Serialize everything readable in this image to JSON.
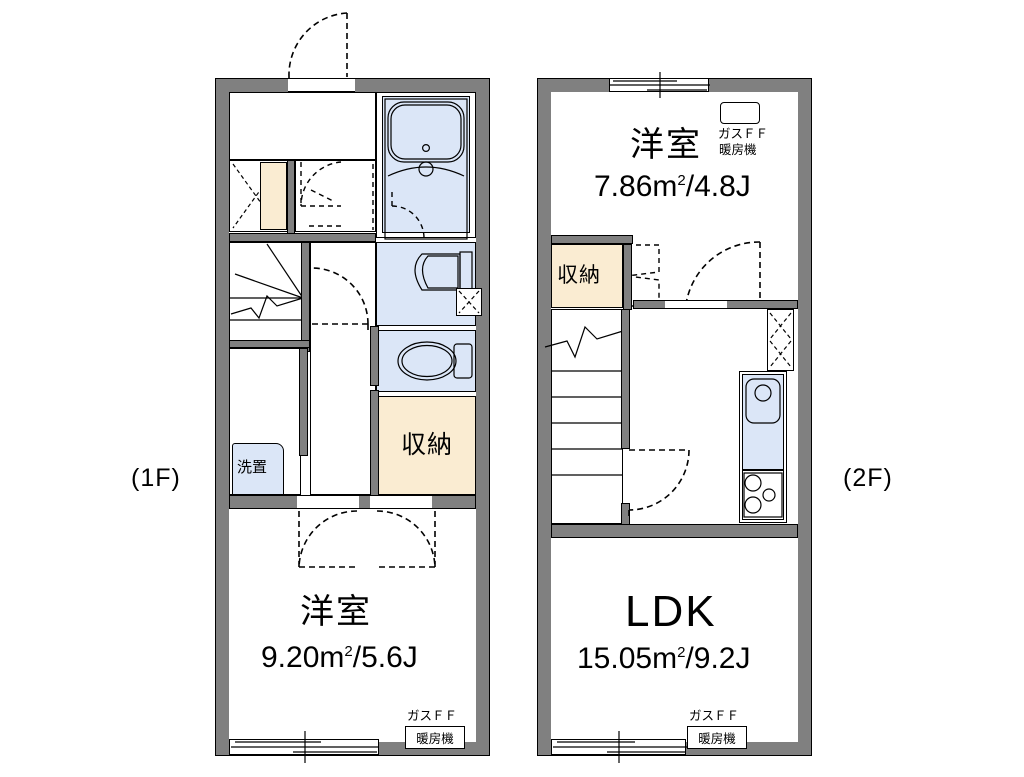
{
  "document": {
    "type": "floor-plan",
    "title": "2-story maisonette floor plan",
    "background_color": "#ffffff",
    "wall_color": "#808080",
    "water_fixture_color": "#dbe6f7",
    "storage_color": "#faecd2",
    "line_color": "#000000"
  },
  "floors": [
    {
      "id": "first-floor",
      "tag": "(1F)",
      "rooms": [
        {
          "key": "bedroom",
          "name": "洋室",
          "area_text": "9.20m",
          "area_sup": "2",
          "area_tail": "/5.6J",
          "area_sqm": 9.2,
          "area_jo": 5.6
        },
        {
          "key": "closet",
          "name": "収納"
        },
        {
          "key": "washer-space",
          "name": "洗置"
        }
      ],
      "equipment": [
        {
          "key": "gas-heater",
          "label_top": "ガスＦＦ",
          "label_box": "暖房機"
        }
      ]
    },
    {
      "id": "second-floor",
      "tag": "(2F)",
      "rooms": [
        {
          "key": "bedroom",
          "name": "洋室",
          "area_text": "7.86m",
          "area_sup": "2",
          "area_tail": "/4.8J",
          "area_sqm": 7.86,
          "area_jo": 4.8
        },
        {
          "key": "ldk",
          "name": "LDK",
          "area_text": "15.05m",
          "area_sup": "2",
          "area_tail": "/9.2J",
          "area_sqm": 15.05,
          "area_jo": 9.2
        },
        {
          "key": "closet",
          "name": "収納"
        }
      ],
      "equipment": [
        {
          "key": "gas-heater-bedroom",
          "label_top": "ガスＦＦ",
          "label_box": "暖房機"
        },
        {
          "key": "gas-heater-ldk",
          "label_top": "ガスＦＦ",
          "label_box": "暖房機"
        }
      ]
    }
  ],
  "fixtures": {
    "bathtub": "bathtub-icon",
    "washbasin": "washbasin-icon",
    "toilet": "toilet-icon",
    "sink": "kitchen-sink-icon",
    "stove": "gas-stove-icon",
    "stairs": "staircase-icon",
    "entrance_door": "entrance-door-icon",
    "window": "window-icon"
  }
}
